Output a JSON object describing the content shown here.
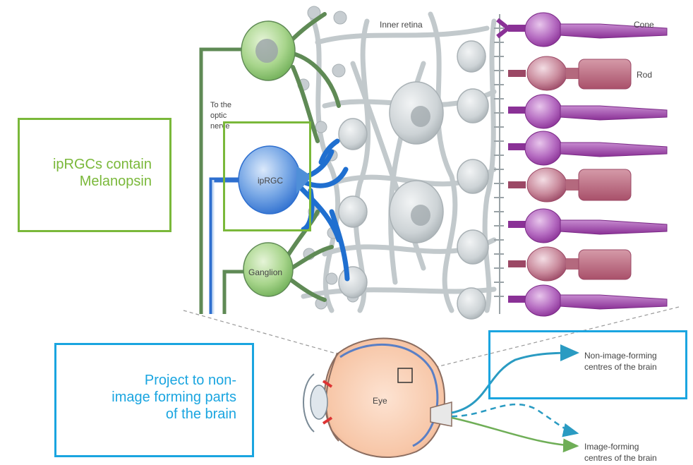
{
  "labels": {
    "inner_retina": "Inner retina",
    "cone": "Cone",
    "rod": "Rod",
    "to_optic_nerve": [
      "To the",
      "optic",
      "nerve"
    ],
    "iprgc": "ipRGC",
    "ganglion": "Ganglion",
    "eye": "Eye",
    "non_image_forming": [
      "Non-image-forming",
      "centres of the brain"
    ],
    "image_forming": [
      "Image-forming",
      "centres of the brain"
    ]
  },
  "callouts": {
    "melanopsin": [
      "ipRGCs contain",
      "Melanopsin"
    ],
    "project": [
      "Project to non-",
      "image forming parts",
      "of the brain"
    ]
  },
  "colors": {
    "green_callout": "#7ab83a",
    "blue_callout": "#1aa5e0",
    "ganglion": "#9fd08a",
    "iprgc": "#4f8fd8",
    "photoreceptor": "#a04aa8",
    "rod": "#a24865",
    "inner_neuron": "#c7cdd1",
    "dendrite_green": "#5f8a55",
    "dendrite_blue": "#1f6fd0"
  }
}
